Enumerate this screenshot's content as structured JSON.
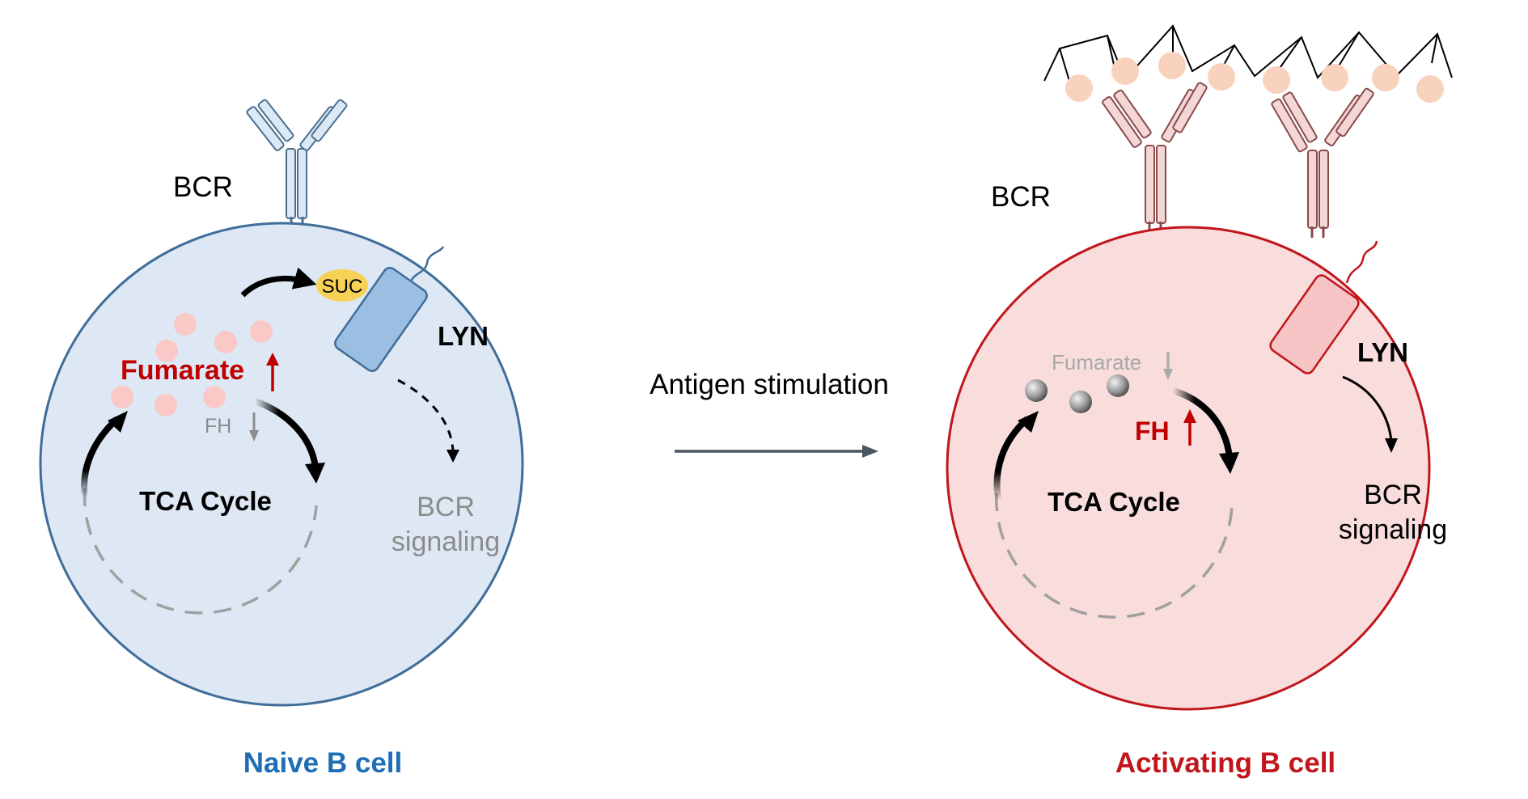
{
  "naive_cell": {
    "title": "Naive B cell",
    "bcr_label": "BCR",
    "suc_label": "SUC",
    "fumarate_label": "Fumarate",
    "fh_label": "FH",
    "lyn_label": "LYN",
    "tca_label": "TCA Cycle",
    "signaling_line1": "BCR",
    "signaling_line2": "signaling",
    "fumarate_level": "up",
    "fh_level": "down",
    "signaling_state": "inhibited"
  },
  "transition": {
    "label": "Antigen stimulation"
  },
  "activating_cell": {
    "title": "Activating B cell",
    "bcr_label": "BCR",
    "fumarate_label": "Fumarate",
    "fh_label": "FH",
    "lyn_label": "LYN",
    "tca_label": "TCA Cycle",
    "signaling_line1": "BCR",
    "signaling_line2": "signaling",
    "fumarate_level": "down",
    "fh_level": "up",
    "signaling_state": "active"
  },
  "colors": {
    "naive_fill": "#dde8f4",
    "naive_stroke": "#3f6d9a",
    "naive_title": "#1f6db5",
    "activating_fill": "#f9dcdc",
    "activating_stroke": "#c0161c",
    "activating_title": "#c0161c",
    "fumarate_red": "#c00000",
    "fumarate_dot": "#fbc8c8",
    "lyn_blue": "#9bbfe3",
    "lyn_red": "#f7c5c5",
    "suc_yellow": "#f6d155",
    "muted_gray": "#8c8c8c",
    "arrow_gray": "#4a5560",
    "antigen_dot": "#f8d2bd"
  }
}
